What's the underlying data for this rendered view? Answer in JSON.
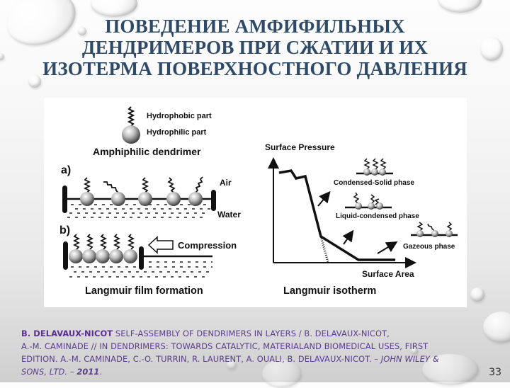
{
  "slide": {
    "title_lines": [
      "ПОВЕДЕНИЕ АМФИФИЛЬНЫХ",
      "ДЕНДРИМЕРОВ ПРИ СЖАТИИ И ИХ",
      "ИЗОТЕРМА ПОВЕРХНОСТНОГО ДАВЛЕНИЯ"
    ],
    "page_number": "33",
    "colors": {
      "title": "#2f4a66",
      "citation_text": "#5a3d8c",
      "citation_author": "#5b2f96",
      "figure_bg": "#ffffff"
    }
  },
  "figure": {
    "left_panel": {
      "legend": {
        "hydrophobic": "Hydrophobic part",
        "hydrophilic": "Hydrophilic part",
        "caption": "Amphiphilic dendrimer"
      },
      "panel_a": {
        "label": "a)",
        "air": "Air",
        "water": "Water"
      },
      "panel_b": {
        "label": "b)",
        "compression": "Compression"
      },
      "caption": "Langmuir film formation"
    },
    "right_panel": {
      "y_axis": "Surface Pressure",
      "x_axis": "Surface Area",
      "phases": {
        "solid": "Condensed-Solid phase",
        "liquid": "Liquid-condensed phase",
        "gas": "Gazeous phase"
      },
      "caption": "Langmuir isotherm"
    }
  },
  "citation": {
    "author": "B. DELAVAUX-NICOT",
    "line1_rest": " SELF-ASSEMBLY OF DENDRIMERS IN LAYERS / B. DELAVAUX-NICOT,",
    "line2": "A.-M. CAMINADE // IN DENDRIMERS: TOWARDS CATALYTIC, MATERIALAND BIOMEDICAL USES, FIRST",
    "line3": "EDITION. A.-M. CAMINADE, C.-O. TURRIN, R. LAURENT, A. OUALI, B. DELAVAUX-NICOT. – ",
    "publisher": "JOHN WILEY &",
    "line4_publisher": "SONS, LTD",
    "line4_sep": ". – ",
    "year": "2011",
    "line4_end": "."
  }
}
